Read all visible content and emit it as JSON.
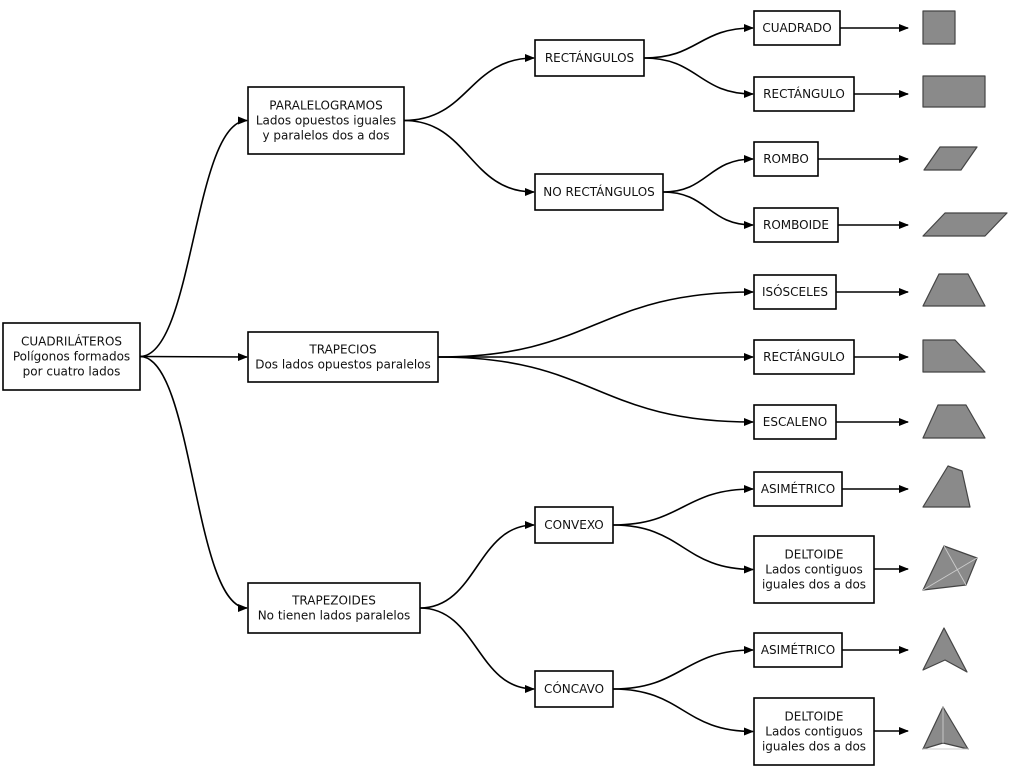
{
  "nodes": {
    "root": [
      "CUADRILÁTEROS",
      "Polígonos formados",
      "por cuatro lados"
    ],
    "paralelogramos": [
      "PARALELOGRAMOS",
      "Lados opuestos iguales",
      "y paralelos dos a dos"
    ],
    "trapecios": [
      "TRAPECIOS",
      "Dos lados opuestos paralelos"
    ],
    "trapezoides": [
      "TRAPEZOIDES",
      "No tienen lados paralelos"
    ],
    "rectangulos": [
      "RECTÁNGULOS"
    ],
    "no_rectangulos": [
      "NO RECTÁNGULOS"
    ],
    "convexo": [
      "CONVEXO"
    ],
    "concavo": [
      "CÓNCAVO"
    ],
    "cuadrado": [
      "CUADRADO"
    ],
    "rectangulo": [
      "RECTÁNGULO"
    ],
    "rombo": [
      "ROMBO"
    ],
    "romboide": [
      "ROMBOIDE"
    ],
    "isosceles": [
      "ISÓSCELES"
    ],
    "trapecio_rectangulo": [
      "RECTÁNGULO"
    ],
    "escaleno": [
      "ESCALENO"
    ],
    "asimetrico_convexo": [
      "ASIMÉTRICO"
    ],
    "deltoide_convexo": [
      "DELTOIDE",
      "Lados contiguos",
      "iguales dos a dos"
    ],
    "asimetrico_concavo": [
      "ASIMÉTRICO"
    ],
    "deltoide_concavo": [
      "DELTOIDE",
      "Lados contiguos",
      "iguales dos a dos"
    ]
  },
  "edges": [
    [
      "root",
      "paralelogramos"
    ],
    [
      "root",
      "trapecios"
    ],
    [
      "root",
      "trapezoides"
    ],
    [
      "paralelogramos",
      "rectangulos"
    ],
    [
      "paralelogramos",
      "no_rectangulos"
    ],
    [
      "rectangulos",
      "cuadrado"
    ],
    [
      "rectangulos",
      "rectangulo"
    ],
    [
      "no_rectangulos",
      "rombo"
    ],
    [
      "no_rectangulos",
      "romboide"
    ],
    [
      "trapecios",
      "isosceles"
    ],
    [
      "trapecios",
      "trapecio_rectangulo"
    ],
    [
      "trapecios",
      "escaleno"
    ],
    [
      "trapezoides",
      "convexo"
    ],
    [
      "trapezoides",
      "concavo"
    ],
    [
      "convexo",
      "asimetrico_convexo"
    ],
    [
      "convexo",
      "deltoide_convexo"
    ],
    [
      "concavo",
      "asimetrico_concavo"
    ],
    [
      "concavo",
      "deltoide_concavo"
    ]
  ],
  "shape_icons": [
    "square-shape",
    "rectangle-shape",
    "rhombus-shape",
    "rhomboid-shape",
    "isosceles-trapezoid-shape",
    "right-trapezoid-shape",
    "scalene-trapezoid-shape",
    "convex-asymmetric-quadrilateral-shape",
    "convex-kite-shape",
    "concave-asymmetric-quadrilateral-shape",
    "concave-kite-shape"
  ],
  "colors": {
    "shape_fill": "#8a8a8a",
    "line": "#000000",
    "background": "#ffffff"
  }
}
